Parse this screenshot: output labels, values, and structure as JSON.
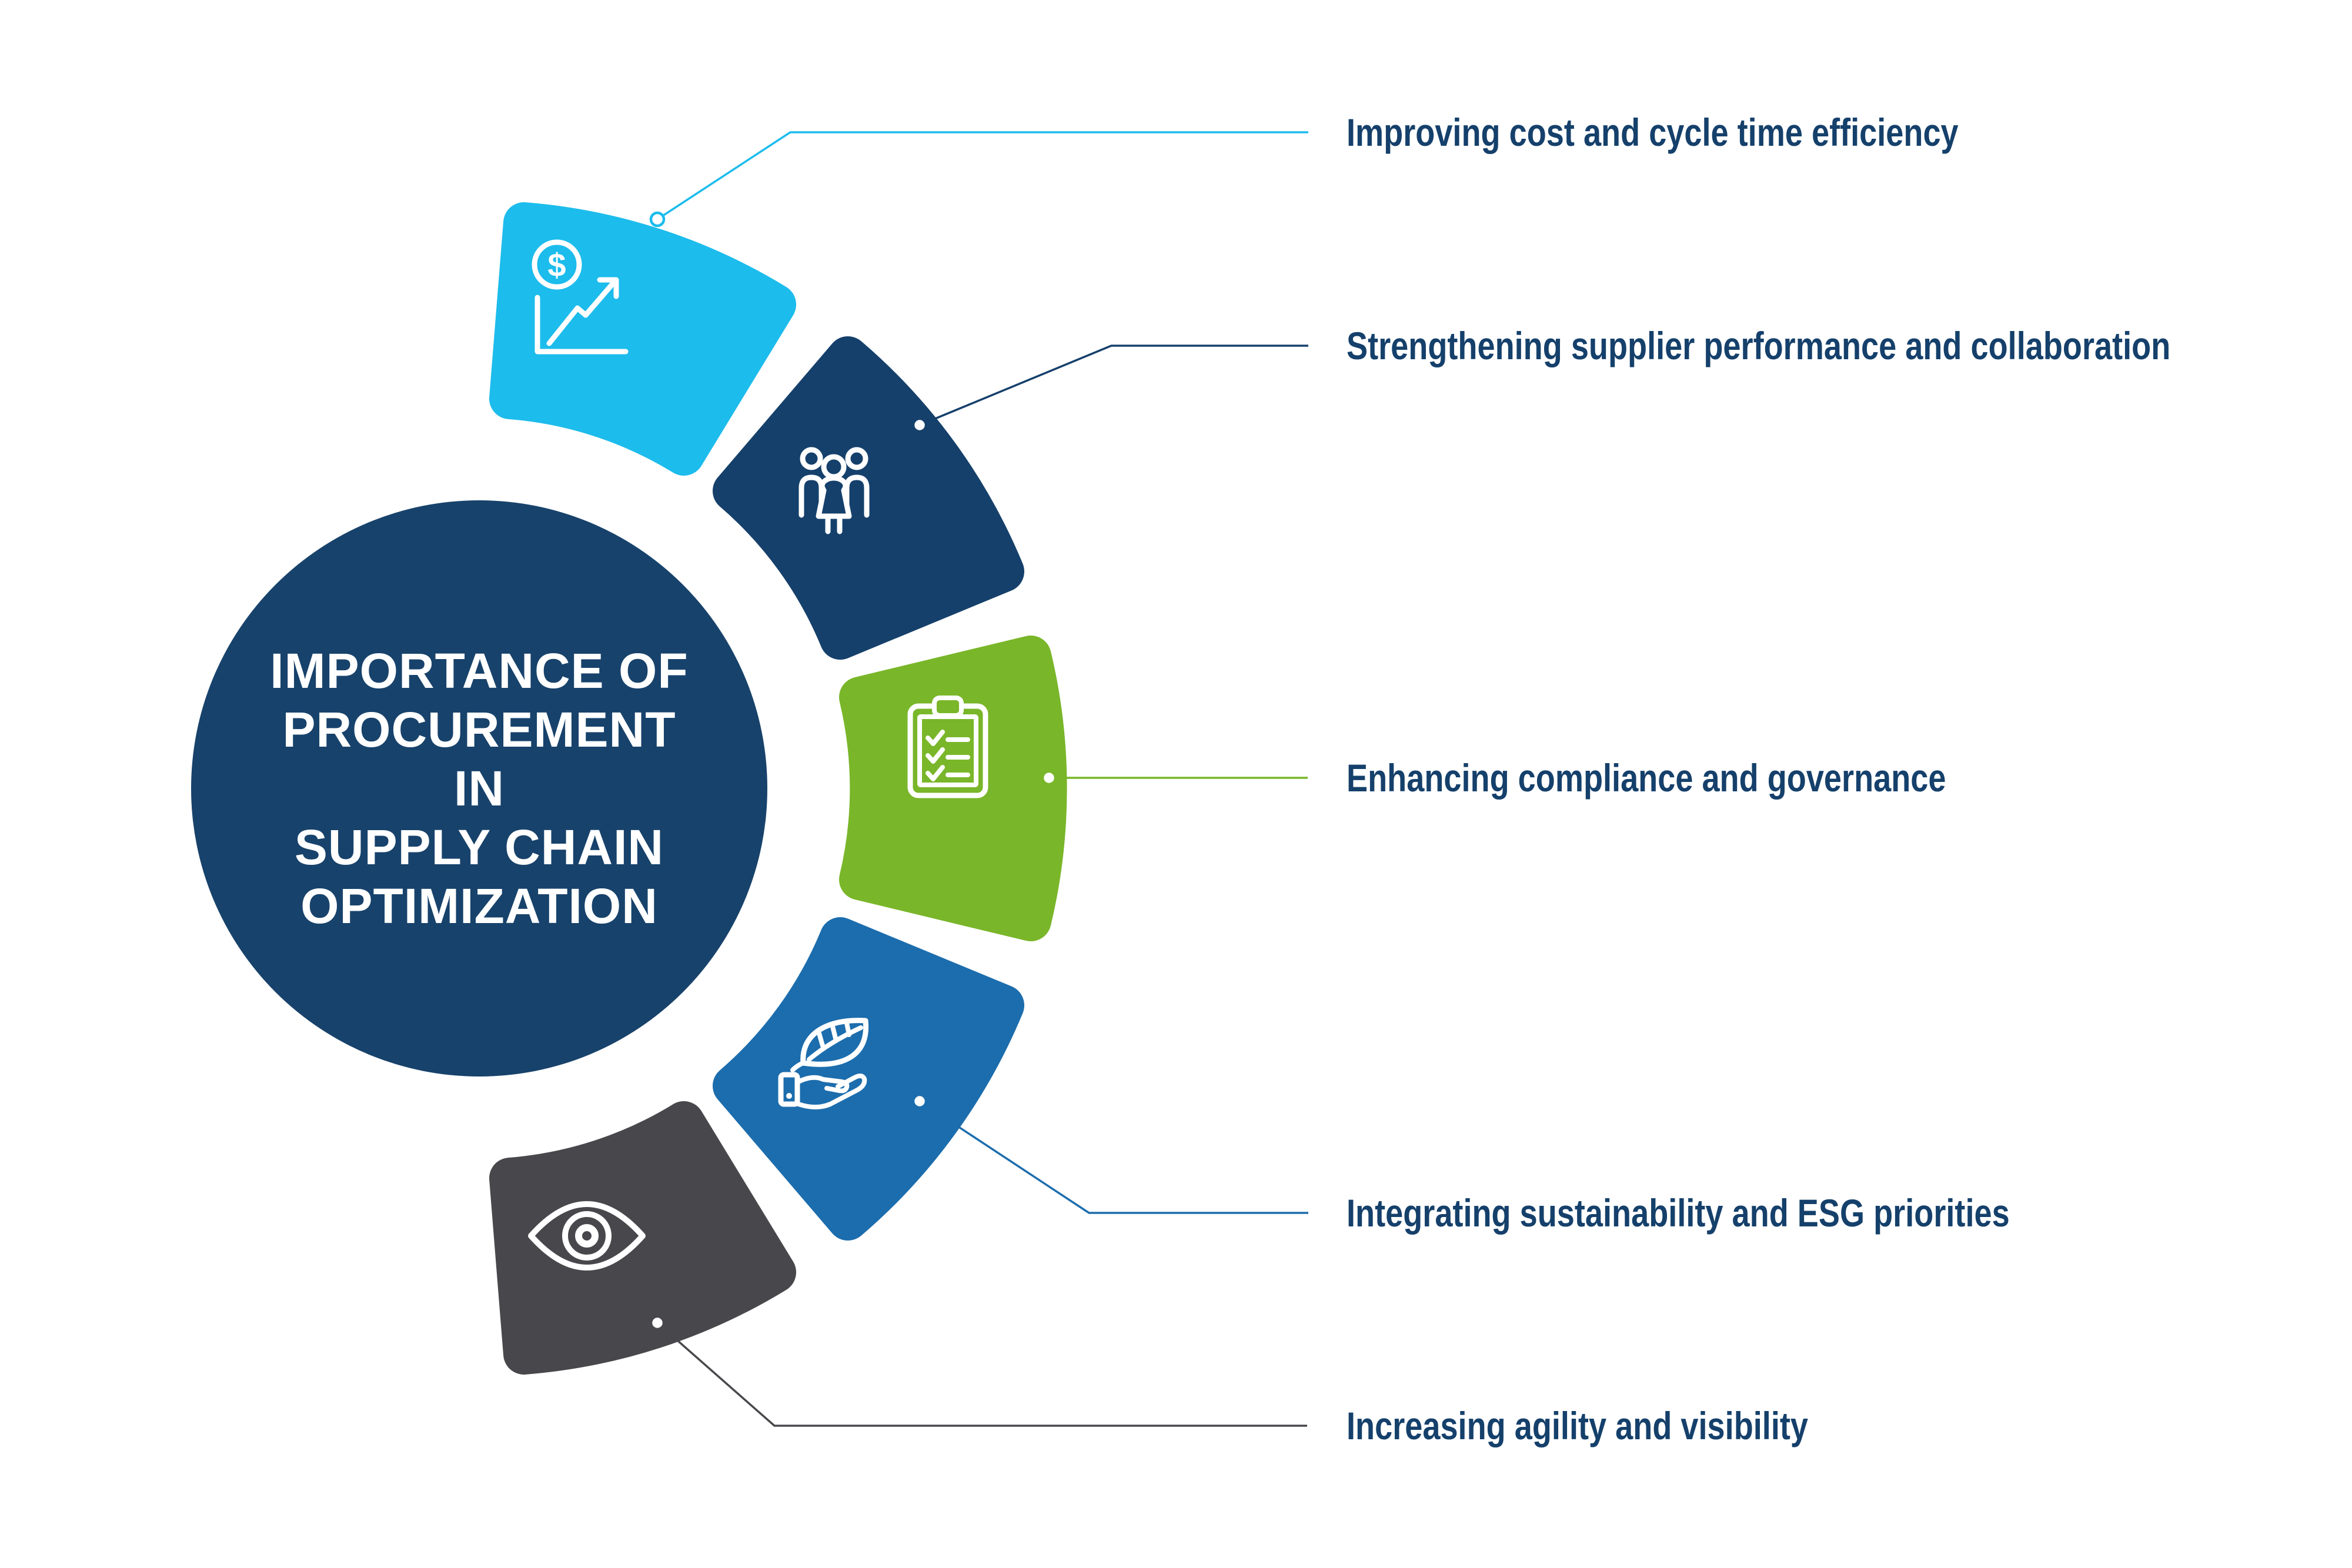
{
  "page": {
    "background": "#ffffff"
  },
  "center": {
    "title_lines": [
      "IMPORTANCE OF",
      "PROCUREMENT IN",
      "SUPPLY CHAIN",
      "OPTIMIZATION"
    ],
    "circle_color": "#17426b",
    "text_color": "#ffffff"
  },
  "colors": {
    "label_text": "#15406b",
    "icon_stroke": "#ffffff"
  },
  "glyphs": {
    "dollar": "$"
  },
  "items": [
    {
      "label": "Improving cost and cycle time efficiency",
      "color": "#1cbcec",
      "icon": "dollar-growth-icon"
    },
    {
      "label": "Strengthening supplier performance and collaboration",
      "color": "#15406b",
      "icon": "team-icon"
    },
    {
      "label": "Enhancing compliance and governance",
      "color": "#79b629",
      "icon": "checklist-icon"
    },
    {
      "label": "Integrating sustainability and ESG priorities",
      "color": "#1c6dad",
      "icon": "leaf-hand-icon"
    },
    {
      "label": "Increasing agility and visibility",
      "color": "#48474b",
      "icon": "eye-icon"
    }
  ]
}
